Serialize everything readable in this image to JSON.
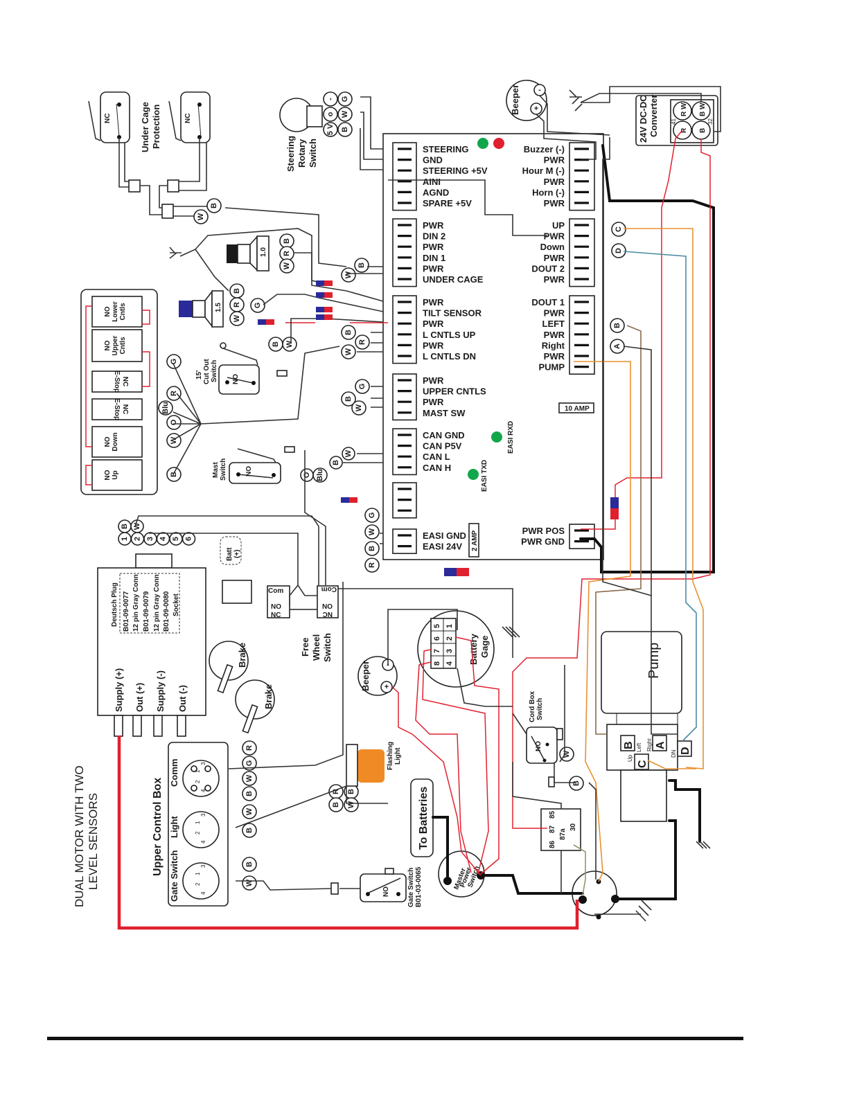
{
  "title": {
    "line1": "DUAL MOTOR WITH TWO",
    "line2": "LEVEL SENSORS"
  },
  "controller": {
    "left_groups": [
      {
        "name": "steering",
        "pins": [
          "STEERING",
          "GND",
          "STEERING +5V",
          "AINI",
          "AGND",
          "SPARE +5V"
        ]
      },
      {
        "name": "din",
        "pins": [
          "PWR",
          "DIN 2",
          "PWR",
          "DIN 1",
          "PWR",
          "UNDER CAGE"
        ]
      },
      {
        "name": "tilt",
        "pins": [
          "PWR",
          "TILT SENSOR",
          "PWR",
          "L CNTLS UP",
          "PWR",
          "L CNTLS DN"
        ]
      },
      {
        "name": "upper",
        "pins": [
          "PWR",
          "UPPER CNTLS",
          "PWR",
          "MAST SW"
        ]
      },
      {
        "name": "can",
        "pins": [
          "CAN GND",
          "CAN P5V",
          "CAN L",
          "CAN H"
        ]
      },
      {
        "name": "blank",
        "pins": [
          "",
          "",
          ""
        ]
      },
      {
        "name": "easi",
        "pins": [
          "EASI GND",
          "EASI 24V"
        ]
      }
    ],
    "right_groups": [
      {
        "name": "buzzer",
        "pins": [
          "Buzzer (-)",
          "PWR",
          "Hour M (-)",
          "PWR",
          "Horn (-)",
          "PWR"
        ]
      },
      {
        "name": "lift",
        "pins": [
          "UP",
          "PWR",
          "Down",
          "PWR",
          "DOUT 2",
          "PWR"
        ]
      },
      {
        "name": "steer-out",
        "pins": [
          "DOUT 1",
          "PWR",
          "LEFT",
          "PWR",
          "Right",
          "PWR",
          "PUMP"
        ]
      },
      {
        "name": "power",
        "pins": [
          "PWR POS",
          "PWR GND"
        ]
      }
    ],
    "fuse_10": "10 AMP",
    "fuse_2": "2 AMP",
    "easi_rxd": "EASI RXD",
    "easi_txd": "EASI TXD",
    "led_colors": {
      "green": "#12a64a",
      "red": "#e0202e"
    }
  },
  "components": {
    "under_cage": {
      "label1": "Under Cage",
      "label2": "Protection",
      "switch_label": "NC"
    },
    "steering_switch": {
      "label1": "Steering",
      "label2": "Rotary",
      "label3": "Switch",
      "pins": [
        "-",
        "o",
        "5 V"
      ],
      "wires": [
        "G",
        "W",
        "B"
      ]
    },
    "beeper_top": {
      "label": "Beeper",
      "minus": "-",
      "plus": "+"
    },
    "dcdc": {
      "label1": "24V DC-DC",
      "label2": "Converter",
      "pins": [
        "R W",
        "B W",
        "R",
        "B"
      ],
      "pin_nums": [
        "41",
        "32"
      ]
    },
    "sensor_10": {
      "label": "1.0",
      "wires": [
        "B",
        "R",
        "W"
      ]
    },
    "sensor_15": {
      "label": "1.5",
      "wires": [
        "B",
        "R",
        "W"
      ],
      "extra": "G"
    },
    "under_cage_wires": [
      "W",
      "B"
    ],
    "din_wires": [
      "W",
      "B"
    ],
    "lower_box": {
      "switches": [
        {
          "l1": "NO",
          "l2": "Lower",
          "l3": "Cntls"
        },
        {
          "l1": "NO",
          "l2": "Upper",
          "l3": "Cntls"
        },
        {
          "l1": "NC",
          "l2": "E-Stop"
        },
        {
          "l1": "NC",
          "l2": "E-Stop"
        },
        {
          "l1": "NO",
          "l2": "Down"
        },
        {
          "l1": "NO",
          "l2": "Up"
        }
      ],
      "wires": [
        "G",
        "R",
        "Blu",
        "O",
        "W",
        "B"
      ]
    },
    "cutout_switch": {
      "label1": "15'",
      "label2": "Cut Out",
      "label3": "Switch",
      "switch_label": "NO",
      "wires": [
        "B",
        "W"
      ]
    },
    "tilt_wires": [
      "B",
      "R",
      "W"
    ],
    "upper_wires": [
      "G",
      "B",
      "W"
    ],
    "mast_switch": {
      "label1": "Mast",
      "label2": "Switch",
      "switch_label": "NO"
    },
    "can_wires": [
      "W",
      "B",
      "O",
      "Blu"
    ],
    "easi_wires": [
      "G",
      "W",
      "B",
      "R"
    ],
    "deutsch": {
      "pins": [
        "1",
        "2",
        "3",
        "4",
        "5",
        "6"
      ],
      "pin_wires": [
        "B",
        "W"
      ],
      "note": [
        "Deutsch Plug",
        "B01-09-0077",
        "12 pin Gray Conn",
        "B01-09-0079",
        "12 pin Gray Conn",
        "B01-09-0080",
        "Socket"
      ],
      "terminals": [
        "Supply (+)",
        "Out (+)",
        "Supply (-)",
        "Out (-)"
      ]
    },
    "brake_relay": {
      "batt": "Batt",
      "batt_sign": "(+)"
    },
    "brakes": [
      "Brake",
      "Brake"
    ],
    "free_wheel": {
      "label1": "Free",
      "label2": "Wheel",
      "label3": "Switch",
      "left": [
        "Com",
        "NO",
        "NC"
      ],
      "right": [
        "Com",
        "ON",
        "NC"
      ]
    },
    "beeper_bottom": {
      "label": "Beeper",
      "minus": "-",
      "plus": "+"
    },
    "battery_gage": {
      "label1": "Battery",
      "label2": "Gage",
      "pins": [
        "5",
        "1",
        "6",
        "2",
        "7",
        "3",
        "8",
        "4"
      ]
    },
    "upper_control_box": {
      "title": "Upper Control Box",
      "connectors": [
        {
          "label": "Comm",
          "wires": [
            "R",
            "G",
            "W",
            "B"
          ]
        },
        {
          "label": "Light",
          "wires": [
            "W",
            "B"
          ]
        },
        {
          "label": "Gate Switch",
          "wires": [
            "B",
            "W"
          ]
        }
      ],
      "pin_nums": [
        "1",
        "2",
        "3",
        "4"
      ]
    },
    "flashing_light": {
      "label1": "Flashing",
      "label2": "Light",
      "wires": [
        "R",
        "B",
        "B",
        "W"
      ],
      "color": "#f08a24"
    },
    "to_batteries": "To Batteries",
    "master_switch": {
      "label1": "Master",
      "label2": "Power",
      "label3": "Switch"
    },
    "gate_switch": {
      "label1": "Gate Switch",
      "label2": "B01-03-0065",
      "switch_label": "NO"
    },
    "cord_box": {
      "label1": "Cord Box",
      "label2": "Switch",
      "switch_label": "NO",
      "wires": [
        "W",
        "B"
      ]
    },
    "relay": {
      "pins": [
        "85",
        "87",
        "87a",
        "30",
        "86"
      ]
    },
    "pump": {
      "label": "Pump",
      "valves": [
        {
          "letter": "B",
          "name": "Left"
        },
        {
          "letter": "A",
          "name": "Right"
        },
        {
          "letter": "C",
          "name": "Up"
        },
        {
          "letter": "D",
          "name": "DN"
        }
      ]
    },
    "valve_taps": [
      "C",
      "D",
      "B",
      "A"
    ]
  }
}
